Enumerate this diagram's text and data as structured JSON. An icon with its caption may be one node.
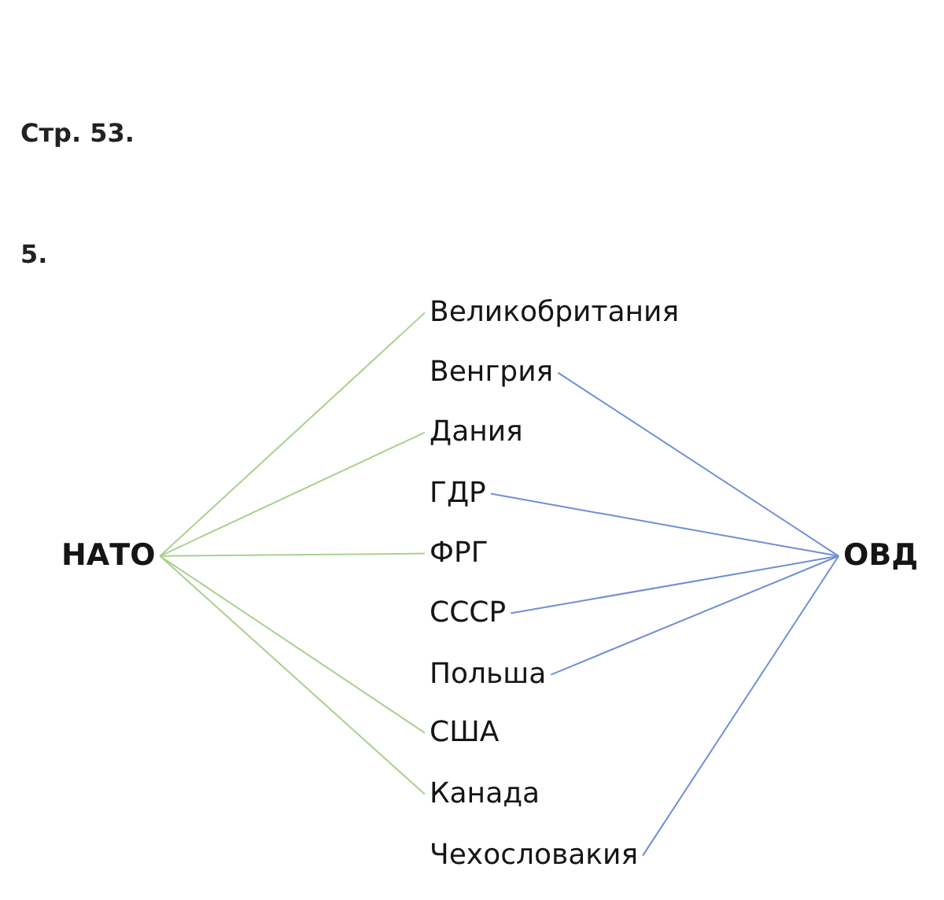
{
  "diagram": {
    "title": "Стр. 53.",
    "nodes": [
      {
        "text": [
          "НАТО"
        ]
      },
      {
        "text": [
          "Великобритания"
        ]
      },
      {
        "text": [
          "Венгрия"
        ]
      },
      {
        "text": [
          "Дания"
        ]
      },
      {
        "text": [
          "ГДР"
        ]
      },
      {
        "text": [
          "ФРГ"
        ]
      },
      {
        "text": [
          "СССР"
        ]
      },
      {
        "text": [
          "Польша"
        ]
      },
      {
        "text": [
          "США"
        ]
      },
      {
        "text": [
          "Канада"
        ]
      },
      {
        "text": [
          "Чехословакия"
        ]
      },
      {
        "text": [
          "ОВД"
        ]
      }
    ],
    "edges": [
      {
        "from": 0,
        "to": 1,
        "arrow": "none",
        "color": "#a9d18e"
      },
      {
        "from": 0,
        "to": 3,
        "arrow": "none",
        "color": "#a9d18e"
      },
      {
        "from": 0,
        "to": 5,
        "arrow": "none",
        "color": "#a9d18e"
      },
      {
        "from": 0,
        "to": 8,
        "arrow": "none",
        "color": "#a9d18e"
      },
      {
        "from": 0,
        "to": 9,
        "arrow": "none",
        "color": "#a9d18e"
      },
      {
        "from": 11,
        "to": 2,
        "arrow": "none",
        "color": "#6f8fd4"
      },
      {
        "from": 11,
        "to": 4,
        "arrow": "none",
        "color": "#6f8fd4"
      },
      {
        "from": 11,
        "to": 6,
        "arrow": "none",
        "color": "#6f8fd4"
      },
      {
        "from": 11,
        "to": 7,
        "arrow": "none",
        "color": "#6f8fd4"
      },
      {
        "from": 11,
        "to": 10,
        "arrow": "none",
        "color": "#6f8fd4"
      }
    ],
    "labels": [
      "5."
    ]
  }
}
